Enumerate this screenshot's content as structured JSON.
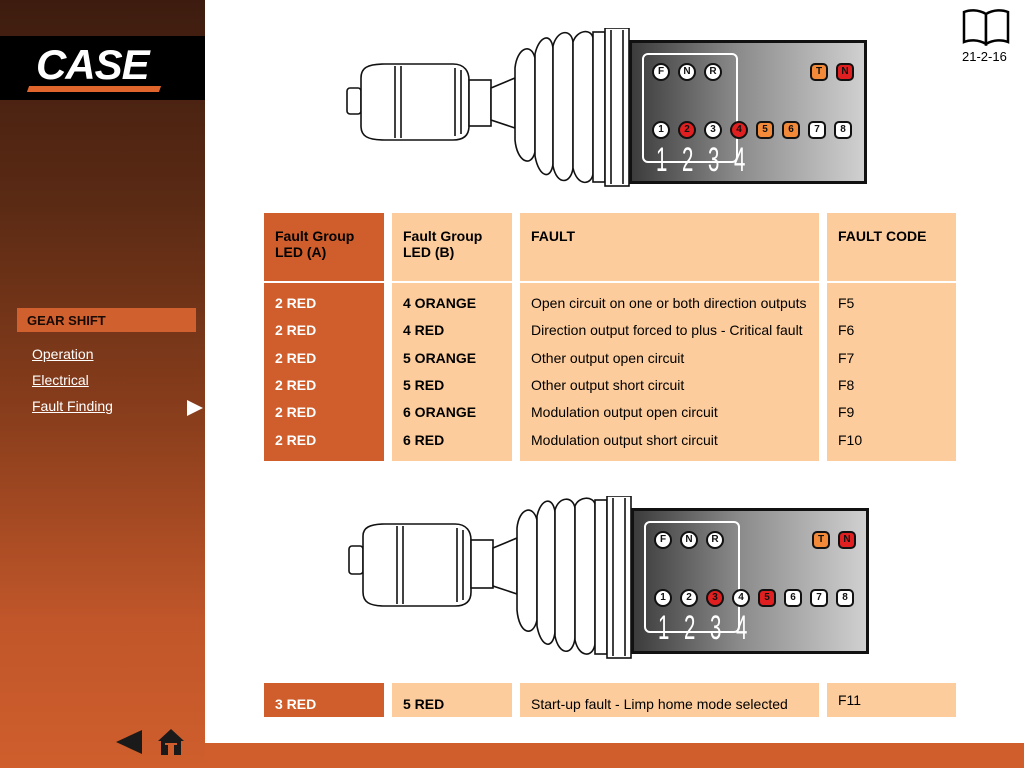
{
  "brand": {
    "logo_text": "CASE"
  },
  "page": {
    "number": "21-2-16"
  },
  "sidebar": {
    "section": "GEAR SHIFT",
    "links": [
      {
        "label": "Operation"
      },
      {
        "label": "Electrical"
      },
      {
        "label": "Fault Finding"
      }
    ]
  },
  "colors": {
    "accent": "#cf5e2c",
    "light": "#fdcc9c",
    "led_red": "#e02020",
    "led_orange": "#f28a3a"
  },
  "joystick1": {
    "top_leds": [
      "F",
      "N",
      "R"
    ],
    "right_leds": [
      "T",
      "N"
    ],
    "bottom_leds": [
      "1",
      "2",
      "3",
      "4",
      "5",
      "6",
      "7",
      "8"
    ],
    "gears": [
      "1",
      "2",
      "3",
      "4"
    ]
  },
  "joystick2": {
    "top_leds": [
      "F",
      "N",
      "R"
    ],
    "right_leds": [
      "T",
      "N"
    ],
    "bottom_leds": [
      "1",
      "2",
      "3",
      "4",
      "5",
      "6",
      "7",
      "8"
    ],
    "gears": [
      "1",
      "2",
      "3",
      "4"
    ]
  },
  "table1": {
    "headers": {
      "col1": "Fault Group LED (A)",
      "col2": "Fault Group LED (B)",
      "col3": "FAULT",
      "col4": "FAULT CODE"
    },
    "rows": [
      {
        "a": "2 RED",
        "b": "4 ORANGE",
        "fault": "Open circuit on one or both direction outputs",
        "code": "F5"
      },
      {
        "a": "2 RED",
        "b": "4 RED",
        "fault": "Direction output forced to plus - Critical fault",
        "code": "F6"
      },
      {
        "a": "2 RED",
        "b": "5 ORANGE",
        "fault": "Other output open circuit",
        "code": "F7"
      },
      {
        "a": "2 RED",
        "b": "5 RED",
        "fault": "Other output short circuit",
        "code": "F8"
      },
      {
        "a": "2 RED",
        "b": "6 ORANGE",
        "fault": "Modulation output open circuit",
        "code": "F9"
      },
      {
        "a": "2 RED",
        "b": "6 RED",
        "fault": "Modulation output short circuit",
        "code": "F10"
      }
    ]
  },
  "table2": {
    "row": {
      "a": "3 RED",
      "b": "5 RED",
      "fault": "Start-up fault - Limp home mode selected",
      "code": "F11"
    }
  }
}
